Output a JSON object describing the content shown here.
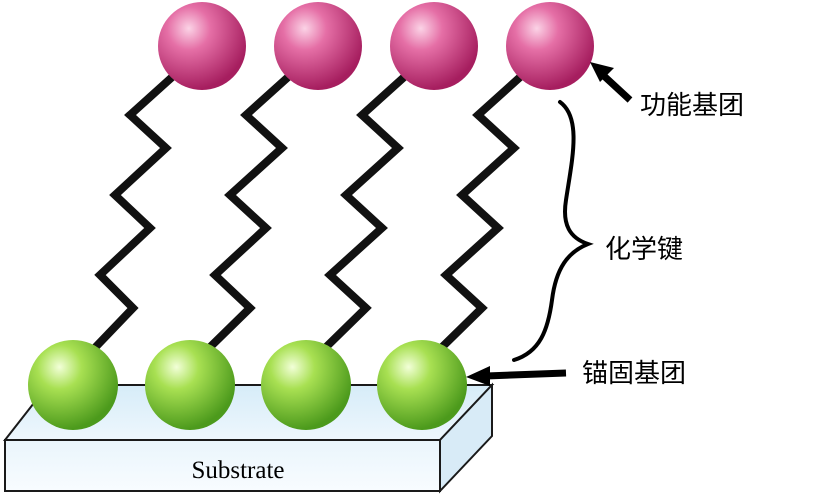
{
  "substrate": {
    "label": "Substrate"
  },
  "labels": {
    "functional_group": "功能基团",
    "chemical_bond": "化学键",
    "anchor_group": "锚固基团"
  },
  "molecule_count": 4,
  "colors": {
    "functional_group": "#d94f8c",
    "anchor_group": "#8fd33a",
    "substrate_top": "#e6f3fb",
    "substrate_edge": "#1a1a1a",
    "chain": "#111111"
  },
  "icons": {
    "pointer": "arrow-left-icon",
    "bracket": "curly-brace-icon"
  }
}
